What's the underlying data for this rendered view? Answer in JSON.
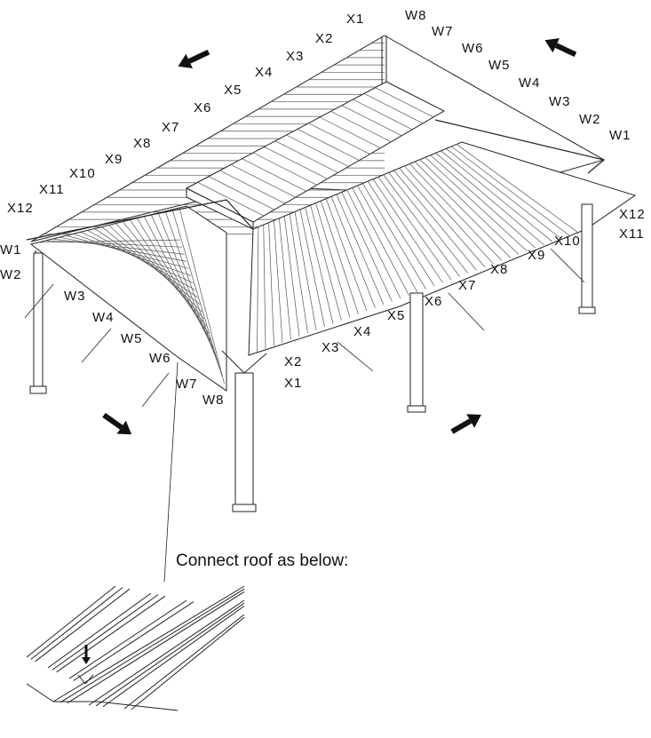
{
  "caption": "Connect roof as below:",
  "labels": {
    "back_x": [
      "X1",
      "X2",
      "X3",
      "X4",
      "X5",
      "X6",
      "X7",
      "X8",
      "X9",
      "X10",
      "X11",
      "X12"
    ],
    "back_w": [
      "W8",
      "W7",
      "W6",
      "W5",
      "W4",
      "W3",
      "W2",
      "W1"
    ],
    "left_w": [
      "W1",
      "W2",
      "W3",
      "W4",
      "W5",
      "W6",
      "W7",
      "W8"
    ],
    "corner_x": [
      "X2",
      "X1"
    ],
    "front_x": [
      "X3",
      "X4",
      "X5",
      "X6",
      "X7",
      "X8",
      "X9",
      "X10"
    ],
    "front_right": [
      "X12",
      "X11"
    ]
  },
  "icons": [
    "arrow-icon-up-left",
    "arrow-icon-up-right",
    "arrow-icon-down-right",
    "arrow-icon-right-up",
    "arrow-icon-down-detail"
  ],
  "colors": {
    "line": "#222222",
    "panel": "#ffffff",
    "arrow": "#111111"
  }
}
